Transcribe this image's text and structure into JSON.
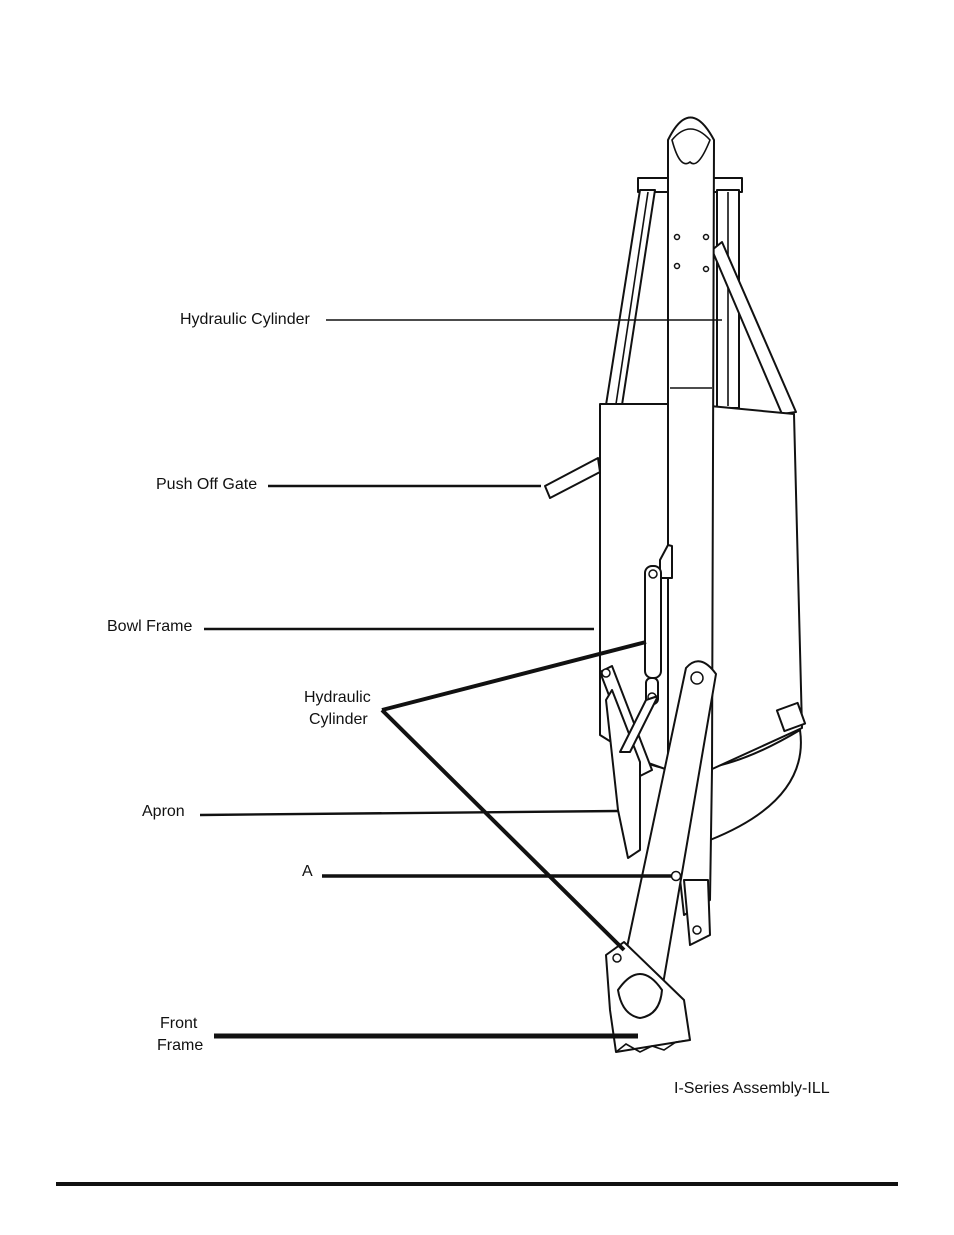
{
  "diagram": {
    "labels": {
      "hydraulic_cylinder_top": "Hydraulic Cylinder",
      "push_off_gate": "Push Off Gate",
      "bowl_frame": "Bowl Frame",
      "hydraulic_cylinder_lower_line1": "Hydraulic",
      "hydraulic_cylinder_lower_line2": "Cylinder",
      "apron": "Apron",
      "point_a": "A",
      "front_frame_line1": "Front",
      "front_frame_line2": "Frame"
    },
    "caption": "I-Series Assembly-ILL"
  }
}
